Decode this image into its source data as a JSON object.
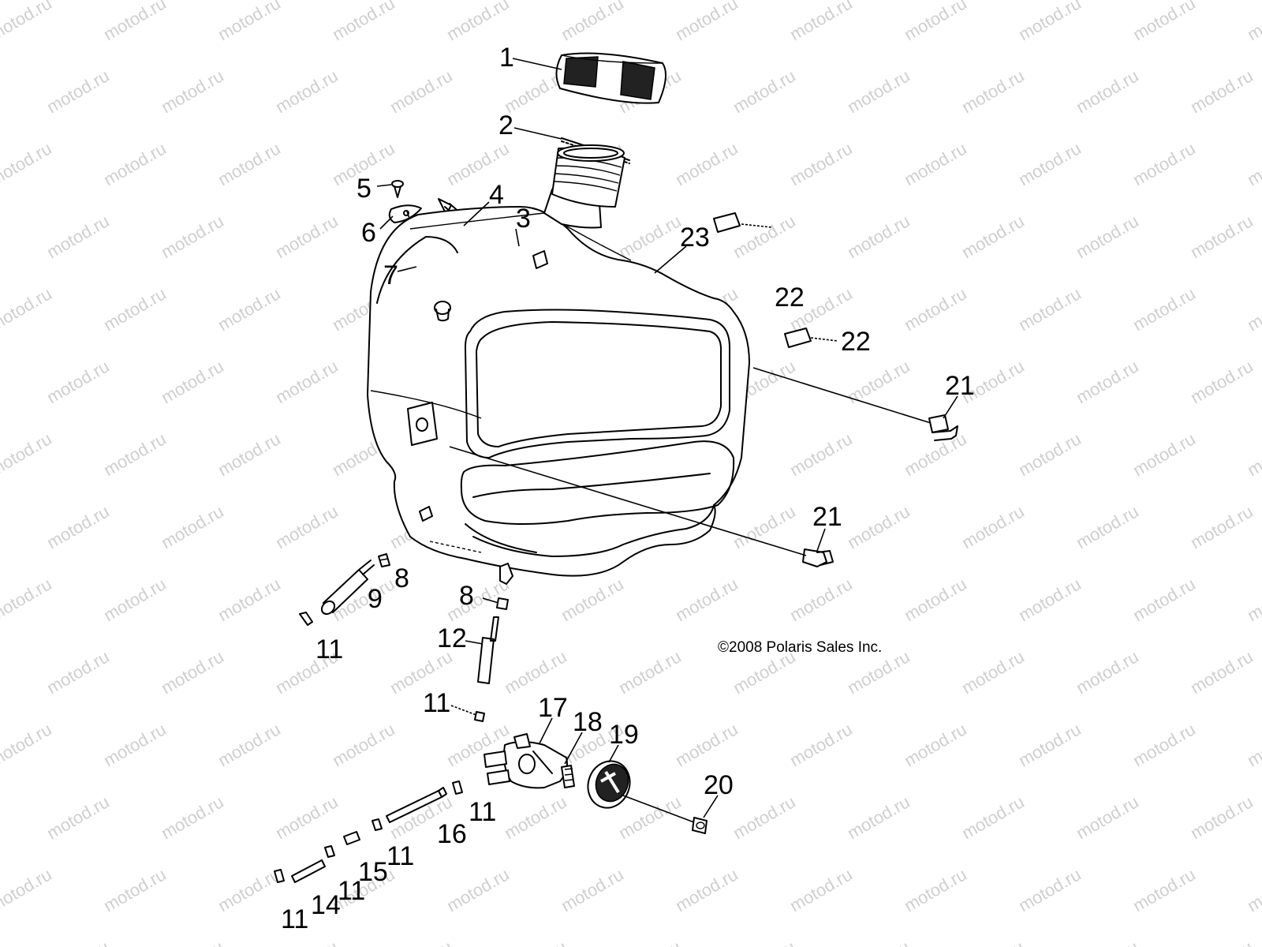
{
  "watermark": "motod.ru",
  "copyright": "©2008 Polaris Sales Inc.",
  "callouts": [
    "1",
    "2",
    "3",
    "4",
    "5",
    "6",
    "7",
    "8",
    "9",
    "11",
    "12",
    "14",
    "15",
    "16",
    "17",
    "18",
    "19",
    "20",
    "21",
    "22",
    "23"
  ],
  "diagram_type": "exploded parts diagram (fuel tank assembly)"
}
